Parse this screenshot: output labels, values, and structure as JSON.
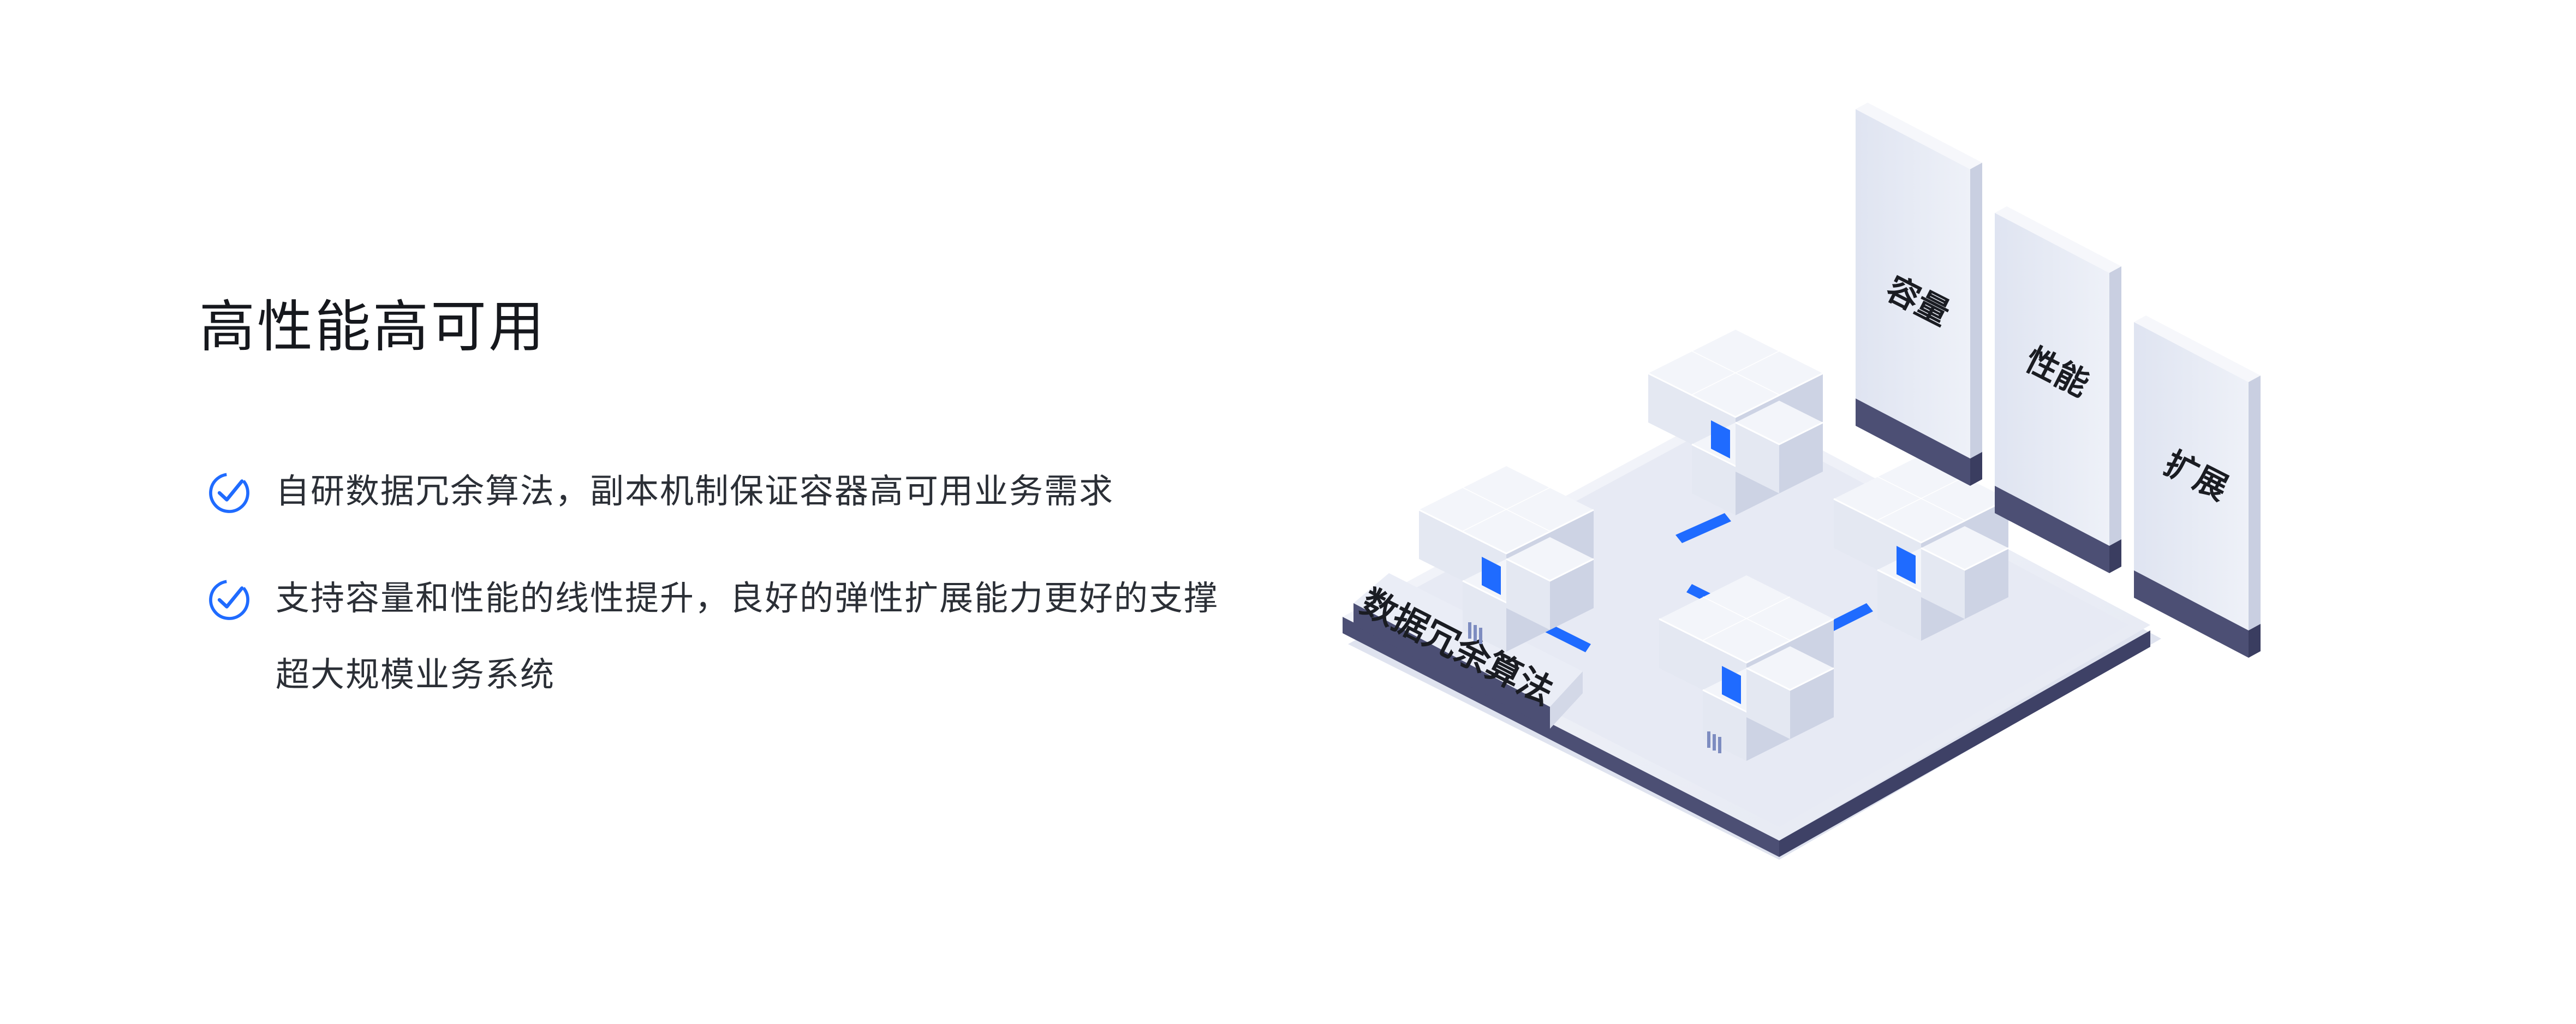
{
  "section": {
    "title": "高性能高可用"
  },
  "features": [
    {
      "lines": [
        "自研数据冗余算法，副本机制保证容器高可用业务需求"
      ]
    },
    {
      "lines": [
        "支持容量和性能的线性提升，良好的弹性扩展能力更好的支撑",
        "超大规模业务系统"
      ]
    }
  ],
  "illustration": {
    "base_label": "数据冗余算法",
    "panels": [
      "容量",
      "性能",
      "扩展"
    ]
  },
  "colors": {
    "accent": "#1f6bff",
    "panel_bottom": "#4c4f74",
    "cube_face_light": "#f2f4fa",
    "cube_face_mid": "#dfe3ef",
    "cube_face_dark": "#c7cde0",
    "base_top": "#eceff7"
  },
  "icons": {
    "check": "check-circle-icon"
  }
}
